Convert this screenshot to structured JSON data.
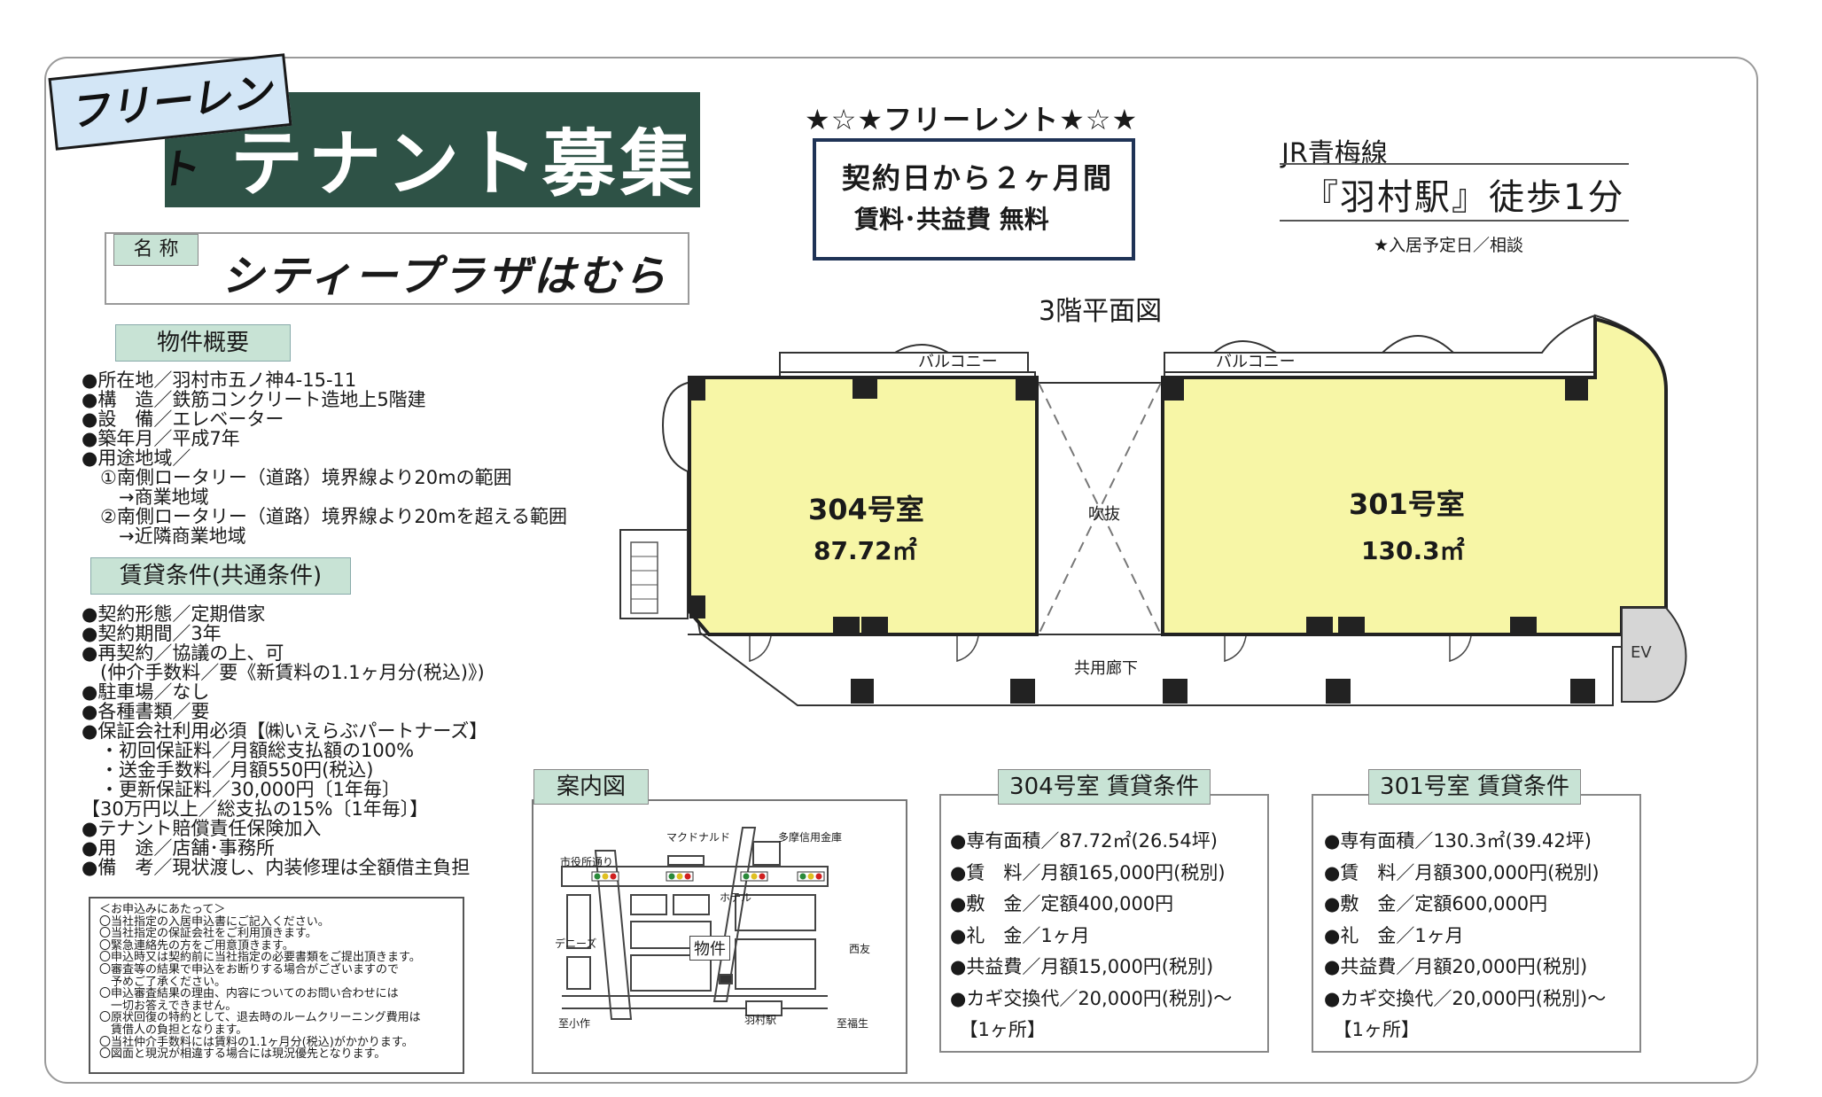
{
  "header": {
    "free_rent_tag": "フリーレント",
    "banner_title": "テナント募集",
    "name_label": "名 称",
    "property_name": "シティープラザはむら"
  },
  "promo": {
    "star_title": "★☆★フリーレント★☆★",
    "line1": "契約日から２ヶ月間",
    "line2": "賃料･共益費 無料"
  },
  "access": {
    "line": "JR青梅線",
    "station": "『羽村駅』徒歩1分",
    "move_in": "★入居予定日／相談"
  },
  "overview": {
    "label": "物件概要",
    "lines": [
      "●所在地／羽村市五ノ神4-15-11",
      "●構　造／鉄筋コンクリート造地上5階建",
      "●設　備／エレベーター",
      "●築年月／平成7年",
      "●用途地域／",
      "　①南側ロータリー（道路）境界線より20mの範囲",
      "　　→商業地域",
      "　②南側ロータリー（道路）境界線より20mを超える範囲",
      "　　→近隣商業地域"
    ]
  },
  "lease_terms": {
    "label": "賃貸条件(共通条件)",
    "lines": [
      "●契約形態／定期借家",
      "●契約期間／3年",
      "●再契約／協議の上、可",
      "　(仲介手数料／要《新賃料の1.1ヶ月分(税込)》)",
      "●駐車場／なし",
      "●各種書類／要",
      "●保証会社利用必須【㈱いえらぶパートナーズ】",
      "　・初回保証料／月額総支払額の100%",
      "　・送金手数料／月額550円(税込)",
      "　・更新保証料／30,000円〔1年毎〕",
      "【30万円以上／総支払の15%〔1年毎〕】",
      "●テナント賠償責任保険加入",
      "●用　途／店舗･事務所",
      "●備　考／現状渡し、内装修理は全額借主負担"
    ]
  },
  "notes": {
    "lines": [
      "＜お申込みにあたって＞",
      "〇当社指定の入居申込書にご記入ください。",
      "〇当社指定の保証会社をご利用頂きます。",
      "〇緊急連絡先の方をご用意頂きます。",
      "〇申込時又は契約前に当社指定の必要書類をご提出頂きます。",
      "〇審査等の結果で申込をお断りする場合がございますので",
      "　予めご了承ください。",
      "〇申込審査結果の理由、内容についてのお問い合わせには",
      "　一切お答えできません。",
      "〇原状回復の特約として、退去時のルームクリーニング費用は",
      "　賃借人の負担となります。",
      "〇当社仲介手数料には賃料の1.1ヶ月分(税込)がかかります。",
      "〇図面と現況が相違する場合には現況優先となります。"
    ]
  },
  "floor_plan": {
    "title": "3階平面図",
    "balcony_left": "バルコニー",
    "balcony_right": "バルコニー",
    "void": "吹抜",
    "corridor": "共用廊下",
    "elevator": "EV",
    "room_304": {
      "name": "304号室",
      "area": "87.72㎡"
    },
    "room_301": {
      "name": "301号室",
      "area": "130.3㎡"
    }
  },
  "map": {
    "label": "案内図",
    "mcdonalds": "マクドナルド",
    "bank": "多摩信用金庫",
    "city_hall": "市役所通り",
    "hotel": "ホテル",
    "dennys": "デニーズ",
    "property": "物件",
    "seiyu": "西友",
    "to_ozaku": "至小作",
    "station": "羽村駅",
    "to_fussa": "至福生"
  },
  "conditions_304": {
    "label": "304号室 賃貸条件",
    "lines": [
      "●専有面積／87.72㎡(26.54坪)",
      "●賃　料／月額165,000円(税別)",
      "●敷　金／定額400,000円",
      "●礼　金／1ヶ月",
      "●共益費／月額15,000円(税別)",
      "●カギ交換代／20,000円(税別)～",
      "　【1ヶ所】"
    ]
  },
  "conditions_301": {
    "label": "301号室 賃貸条件",
    "lines": [
      "●専有面積／130.3㎡(39.42坪)",
      "●賃　料／月額300,000円(税別)",
      "●敷　金／定額600,000円",
      "●礼　金／1ヶ月",
      "●共益費／月額20,000円(税別)",
      "●カギ交換代／20,000円(税別)～",
      "　【1ヶ所】"
    ]
  },
  "colors": {
    "banner": "#2e5246",
    "label_bg": "#c8e3d5",
    "room_fill": "#f7f6a6",
    "promo_border": "#1f3356",
    "tag_bg": "#d3e6f6"
  }
}
